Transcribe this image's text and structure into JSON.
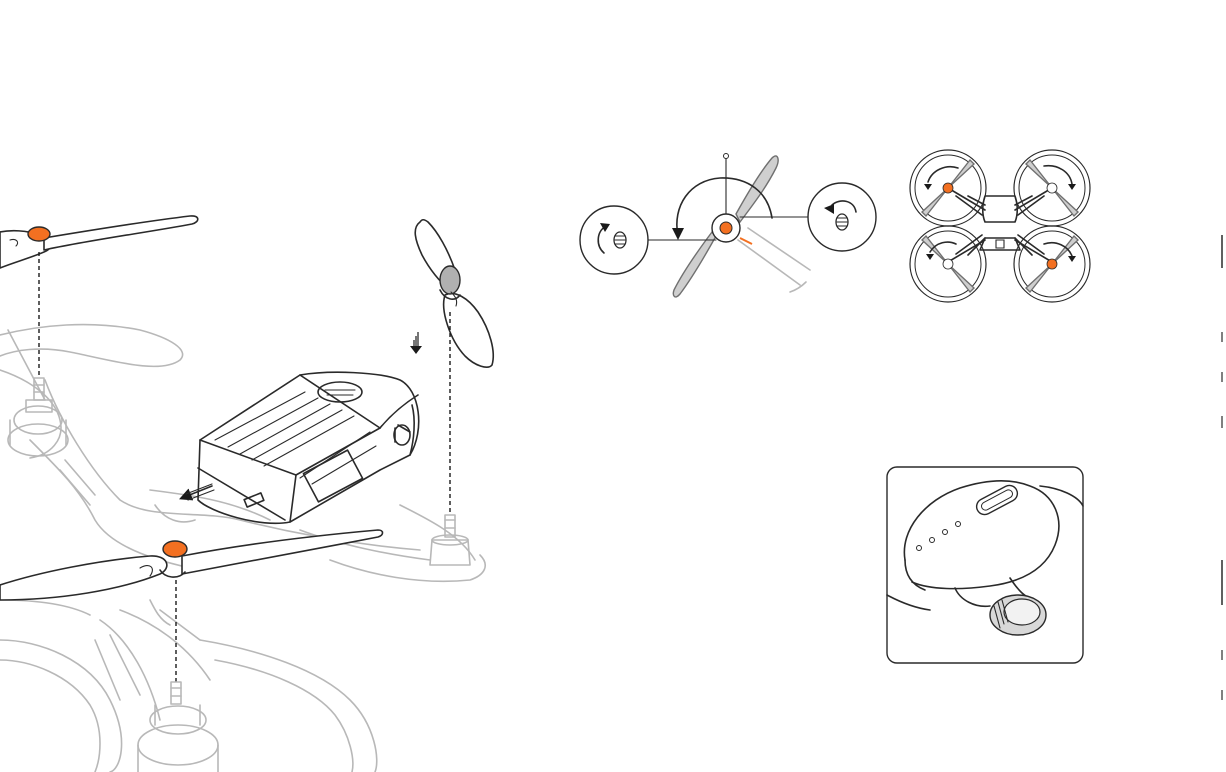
{
  "colors": {
    "accent": "#f37021",
    "line": "#2a2a2a",
    "faded_line": "#b8b8b8",
    "background": "#ffffff",
    "blade_fill": "#ffffff",
    "grey_blade_fill": "#cfcfcf"
  },
  "panels": [
    {
      "id": "drone-assembly",
      "icon": "drone-assembly-illustration"
    },
    {
      "id": "propeller-rotation-detail",
      "icon": "propeller-rotation-diagram"
    },
    {
      "id": "drone-top-view",
      "icon": "drone-top-view-rotation"
    },
    {
      "id": "battery-port-closeup",
      "icon": "battery-indicator-closeup"
    }
  ]
}
